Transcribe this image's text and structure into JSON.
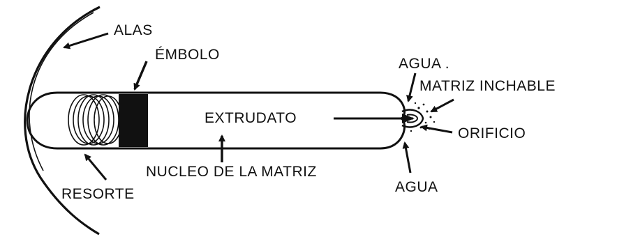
{
  "labels": {
    "alas": "ALAS",
    "embolo": "ÉMBOLO",
    "agua_top": "AGUA .",
    "matriz_inchable": "MATRIZ INCHABLE",
    "extrudato": "EXTRUDATO",
    "orificio": "ORIFICIO",
    "nucleo": "NUCLEO DE LA MATRIZ",
    "agua_bottom": "AGUA",
    "resorte": "RESORTE"
  },
  "colors": {
    "ink": "#111111",
    "background": "#ffffff"
  }
}
